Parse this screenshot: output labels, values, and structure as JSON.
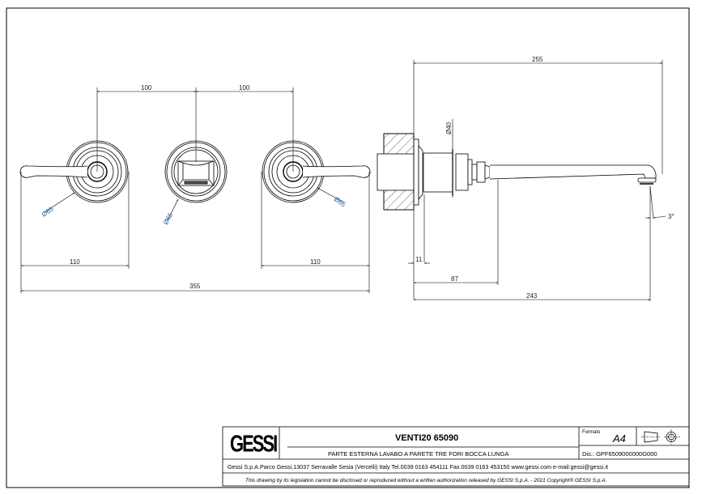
{
  "drawing": {
    "front_view": {
      "dimensions": {
        "left_spacing": "100",
        "right_spacing": "100",
        "left_handle_width": "110",
        "right_handle_width": "110",
        "overall_width": "355",
        "left_diameter": "Ø65",
        "center_diameter": "Ø65",
        "right_diameter": "Ø65"
      }
    },
    "side_view": {
      "dimensions": {
        "spout_projection": "255",
        "body_diameter": "Ø40",
        "angle": "3°",
        "flange_depth": "11",
        "body_length": "87",
        "spout_length": "243"
      }
    }
  },
  "title_block": {
    "logo": "GESSI",
    "product_code": "VENTI20 65090",
    "description": "PARTE ESTERNA LAVABO A PARETE TRE FORI BOCCA LUNGA",
    "format_label": "Formato",
    "format_value": "A4",
    "drawing_number": "Dis.: GPF6509000000G000",
    "company_info": "Gessi S.p.A.Parco Gessi,13037 Serravalle Sesia (Vercelli) Italy Tel.0039 0163 454111 Fax.0039 0163 453150 www.gessi.com e-mail:gessi@gessi.it",
    "legal_notice": "This drawing by its legislation cannot be disclosed or reproduced without a written authorization released by GESSI S.p.A. - 2021 Copyright® GESSI S.p.A."
  },
  "colors": {
    "line": "#000000",
    "dim_text": "#222222",
    "diameter_text": "#1e5aa8"
  }
}
